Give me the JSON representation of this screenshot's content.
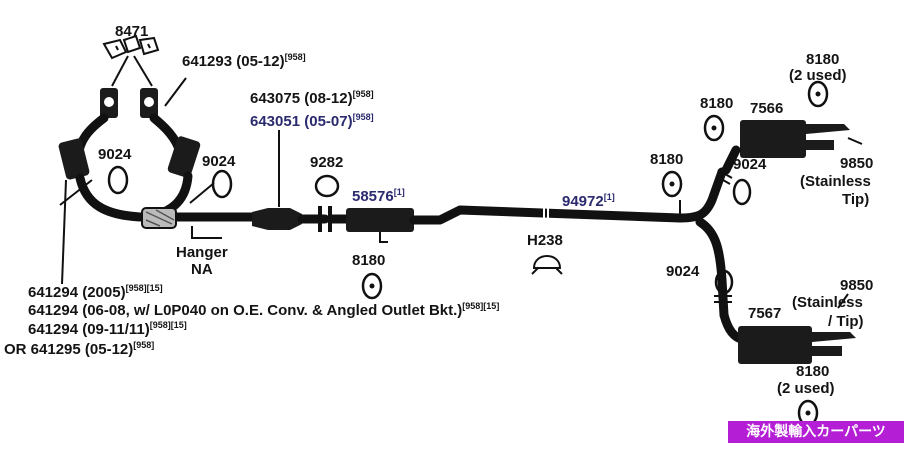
{
  "parts": {
    "gasket_8471": "8471",
    "manifold_641293": {
      "part": "641293",
      "years": "(05-12)",
      "note": "[958]"
    },
    "gasket_9024_left": "9024",
    "gasket_9024_mid": "9024",
    "pipe_643075": {
      "part": "643075",
      "years": "(08-12)",
      "note": "[958]"
    },
    "pipe_643051": {
      "part": "643051",
      "years": "(05-07)",
      "note": "[958]"
    },
    "gasket_9282": "9282",
    "resonator_58576": {
      "part": "58576",
      "note": "[1]"
    },
    "hanger_8180_lower": "8180",
    "hanger_na": {
      "line1": "Hanger",
      "line2": "NA"
    },
    "pipe_94972": {
      "part": "94972",
      "note": "[1]"
    },
    "hanger_h238": "H238",
    "hanger_8180_mid": "8180",
    "hanger_8180_upper": "8180",
    "muffler_7566": "7566",
    "hanger_8180_top": {
      "part": "8180",
      "used": "(2 used)"
    },
    "gasket_9024_upper_right": "9024",
    "tip_9850_upper": {
      "part": "9850",
      "line2": "(Stainless",
      "line3": "Tip)"
    },
    "gasket_9024_lower_right": "9024",
    "tip_9850_lower": {
      "part": "9850",
      "line2": "(Stainless",
      "line3": "/ Tip)"
    },
    "muffler_7567": "7567",
    "hanger_8180_bottom": {
      "part": "8180",
      "used": "(2 used)"
    }
  },
  "notes": [
    {
      "text": "641294 (2005)",
      "sup": "[958][15]"
    },
    {
      "text": "641294 (06-08, w/ L0P040 on O.E. Conv. & Angled Outlet Bkt.)",
      "sup": "[958][15]"
    },
    {
      "text": "641294 (09-11/11)",
      "sup": "[958][15]"
    },
    {
      "text": "OR 641295 (05-12)",
      "sup": "[958]"
    }
  ],
  "badge": "海外製輸入カーパーツ",
  "colors": {
    "ink": "#141414",
    "blue_text": "#2a2a6e",
    "badge_bg": "#b41fd6",
    "badge_text": "#ffffff"
  }
}
